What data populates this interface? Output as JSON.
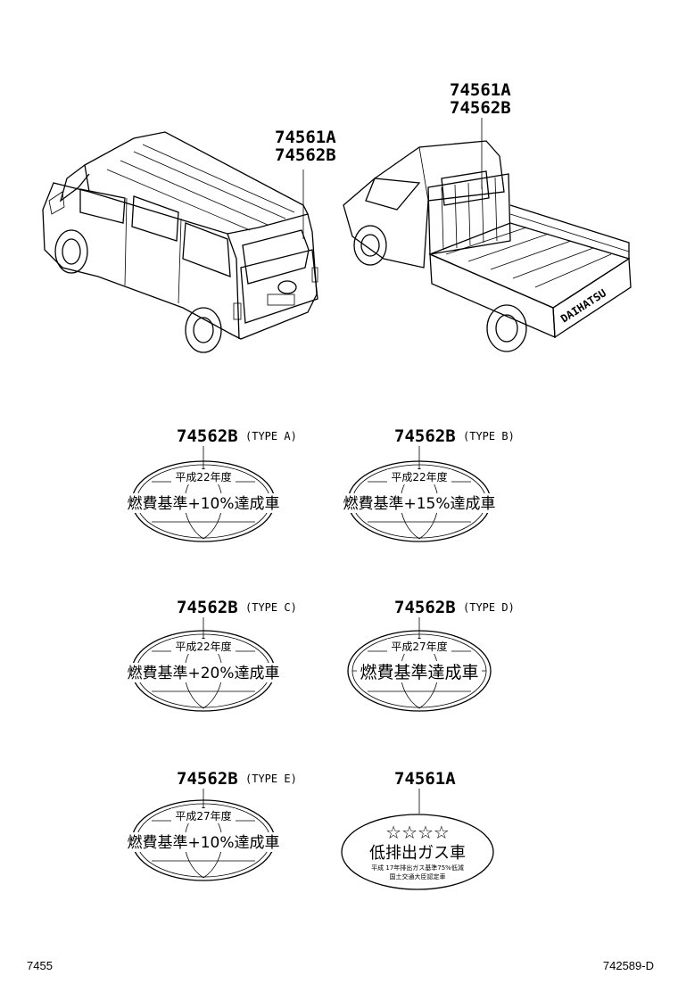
{
  "top_callouts": {
    "van": {
      "line1": "74561A",
      "line2": "74562B"
    },
    "truck": {
      "line1": "74561A",
      "line2": "74562B"
    }
  },
  "labels": [
    {
      "part": "74562B",
      "type": "(TYPE A)",
      "top": "平成22年度",
      "main": "燃費基準+10%達成車"
    },
    {
      "part": "74562B",
      "type": "(TYPE B)",
      "top": "平成22年度",
      "main": "燃費基準+15%達成車"
    },
    {
      "part": "74562B",
      "type": "(TYPE C)",
      "top": "平成22年度",
      "main": "燃費基準+20%達成車"
    },
    {
      "part": "74562B",
      "type": "(TYPE D)",
      "top": "平成27年度",
      "main": "燃費基準達成車"
    },
    {
      "part": "74562B",
      "type": "(TYPE E)",
      "top": "平成27年度",
      "main": "燃費基準+10%達成車"
    }
  ],
  "emission_label": {
    "part": "74561A",
    "stars": "☆☆☆☆",
    "main": "低排出ガス車",
    "small1": "平成 17年排出ガス基準75%低減",
    "small2": "国土交通大臣認定車"
  },
  "truck_side_text": "DAIHATSU",
  "footer": {
    "left": "7455",
    "right": "742589-D"
  }
}
